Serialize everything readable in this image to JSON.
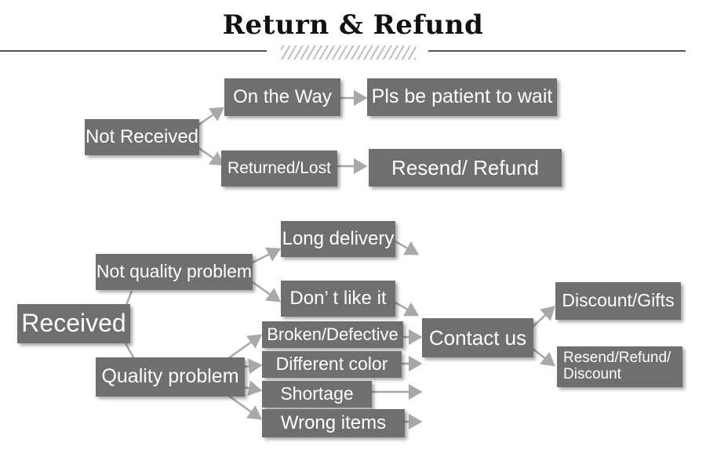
{
  "title": "Return & Refund",
  "colors": {
    "box": "#6f6f6f",
    "text": "#ffffff",
    "arrow": "#a8a8a8",
    "rule": "#555555"
  },
  "nodes": {
    "not_received": "Not Received",
    "on_the_way": "On the Way",
    "pls_wait": "Pls be patient to wait",
    "returned_lost": "Returned/Lost",
    "resend_refund": "Resend/ Refund",
    "received": "Received",
    "not_quality_problem": "Not quality problem",
    "long_delivery": "Long delivery",
    "dont_like_it": "Don’ t like it",
    "quality_problem": "Quality problem",
    "broken_defective": "Broken/Defective",
    "different_color": "Different color",
    "shortage": "Shortage",
    "wrong_items": "Wrong items",
    "contact_us": "Contact us",
    "discount_gifts": "Discount/Gifts",
    "resend_refund_discount": "Resend/Refund/ Discount"
  }
}
